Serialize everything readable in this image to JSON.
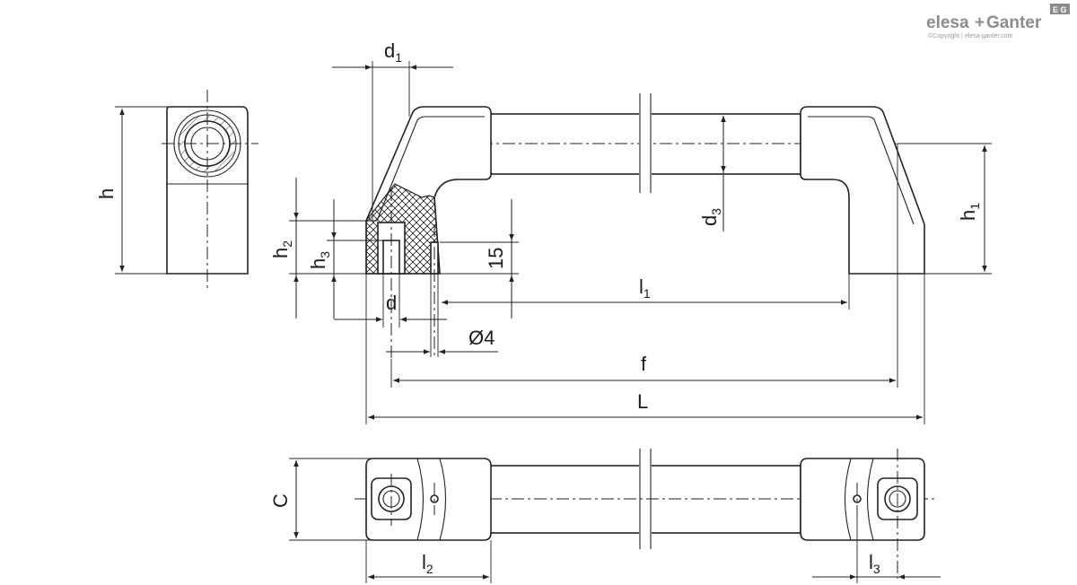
{
  "brand": {
    "name_part1": "elesa",
    "plus": "+",
    "name_part2": "Ganter",
    "badge": "E G",
    "copyright": "©Copyright | elesa-ganter.com"
  },
  "labels": {
    "d1": {
      "main": "d",
      "sub": "1"
    },
    "d3": {
      "main": "d",
      "sub": "3"
    },
    "d": {
      "main": "d"
    },
    "h": {
      "main": "h"
    },
    "h1": {
      "main": "h",
      "sub": "1"
    },
    "h2": {
      "main": "h",
      "sub": "2"
    },
    "h3": {
      "main": "h",
      "sub": "3"
    },
    "fifteen": {
      "main": "15"
    },
    "l1": {
      "main": "l",
      "sub": "1"
    },
    "l2": {
      "main": "l",
      "sub": "2"
    },
    "l3": {
      "main": "l",
      "sub": "3"
    },
    "dia4": {
      "main": "Ø4"
    },
    "f": {
      "main": "f"
    },
    "L": {
      "main": "L"
    },
    "C": {
      "main": "C"
    }
  }
}
